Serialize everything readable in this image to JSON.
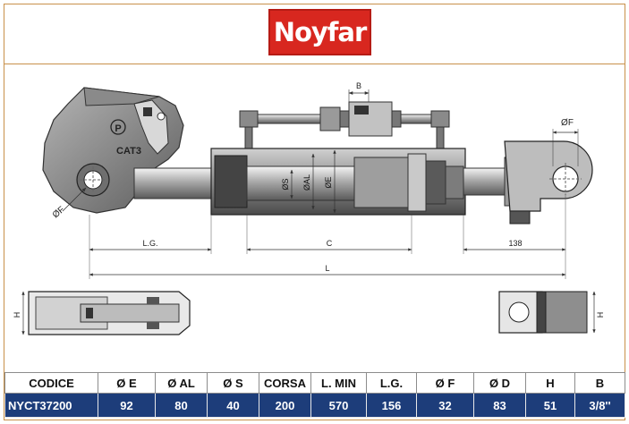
{
  "brand": {
    "logo_text": "Noyfar",
    "logo_color": "#d8271f"
  },
  "drawing": {
    "labels": {
      "cat": "CAT3",
      "p_mark": "P",
      "dia_f_left": "ØF",
      "dia_f_right": "ØF",
      "dia_s": "ØS",
      "dia_al": "ØAL",
      "dia_e": "ØE",
      "b": "B",
      "lg": "L.G.",
      "c": "C",
      "d138": "138",
      "l": "L",
      "h_left": "H",
      "h_right": "H"
    }
  },
  "table": {
    "headers": [
      "CODICE",
      "Ø E",
      "Ø AL",
      "Ø S",
      "CORSA",
      "L. MIN",
      "L.G.",
      "Ø F",
      "Ø D",
      "H",
      "B"
    ],
    "rows": [
      [
        "NYCT37200",
        "92",
        "80",
        "40",
        "200",
        "570",
        "156",
        "32",
        "83",
        "51",
        "3/8''"
      ]
    ],
    "header_bg": "#ffffff",
    "row_bg": "#1d3d7a"
  }
}
